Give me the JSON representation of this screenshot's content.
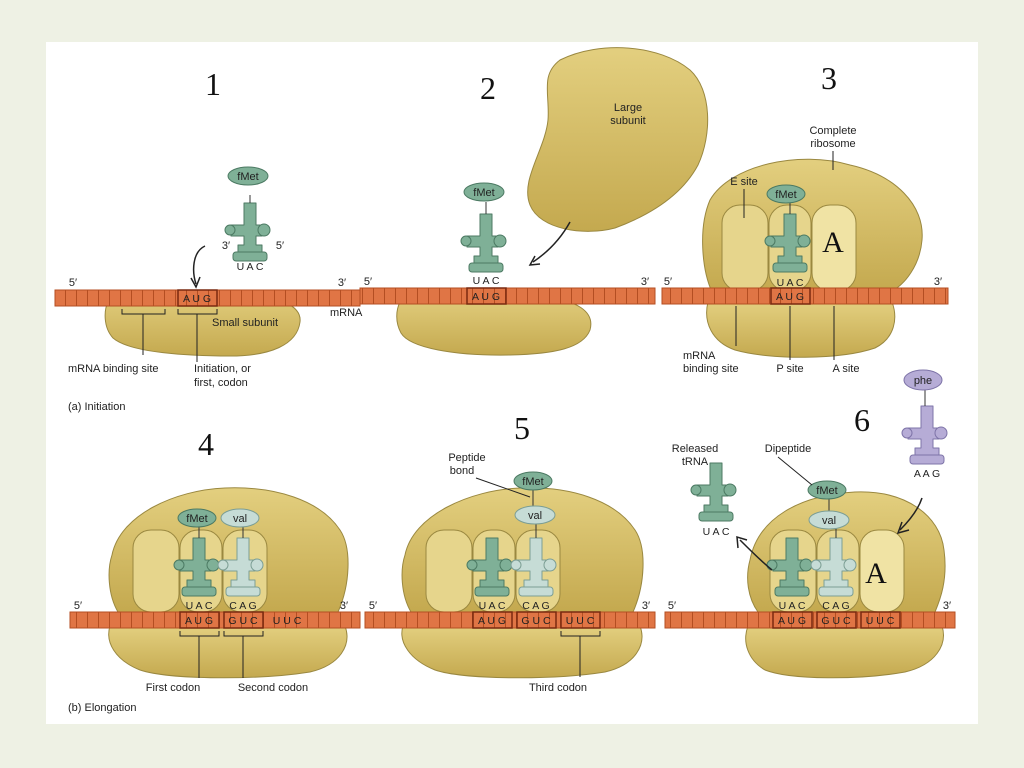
{
  "colors": {
    "ribosome": "#d6bf67",
    "ribosome_edge": "#9a8840",
    "mrna": "#e07545",
    "trna_green": "#7fb097",
    "trna_pale": "#c6dcd6",
    "trna_purple": "#b6acd6",
    "background": "#eef1e4"
  },
  "steps": {
    "s1": "1",
    "s2": "2",
    "s3": "3",
    "s4": "4",
    "s5": "5",
    "s6": "6"
  },
  "captions": {
    "a": "(a) Initiation",
    "b": "(b) Elongation"
  },
  "labels": {
    "five_prime": "5′",
    "three_prime": "3′",
    "mrna": "mRNA",
    "small_subunit": "Small subunit",
    "mrna_binding_site": "mRNA binding site",
    "init_l1": "Initiation, or",
    "init_l2": "first, codon",
    "large_l1": "Large",
    "large_l2": "subunit",
    "complete_l1": "Complete",
    "complete_l2": "ribosome",
    "e_site": "E site",
    "mbs_l1": "mRNA",
    "mbs_l2": "binding site",
    "p_site": "P site",
    "a_site": "A site",
    "a_letter": "A",
    "first_codon": "First codon",
    "second_codon": "Second codon",
    "third_codon": "Third codon",
    "peptide_l1": "Peptide",
    "peptide_l2": "bond",
    "released_l1": "Released",
    "released_l2": "tRNA",
    "dipeptide": "Dipeptide",
    "fmet": "fMet",
    "val": "val",
    "phe": "phe",
    "codon_aug": "A U G",
    "codon_guc": "G U C",
    "codon_uuc": "U U C",
    "anti_uac": "U A C",
    "anti_cag": "C A G",
    "anti_aag": "A A G"
  }
}
